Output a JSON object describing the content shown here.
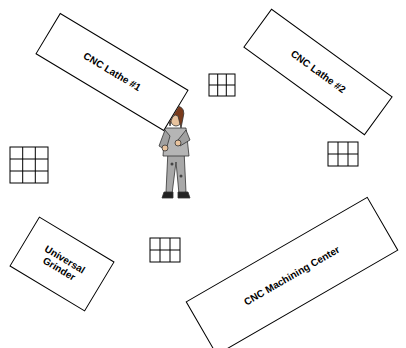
{
  "diagram": {
    "nodes": [
      {
        "text": [
          "CNC Lathe #1"
        ]
      },
      {
        "text": [
          "CNC Lathe #2"
        ]
      },
      {
        "text": [
          "Universal Grinder"
        ]
      },
      {
        "text": [
          "CNC Machining Center"
        ]
      }
    ]
  }
}
